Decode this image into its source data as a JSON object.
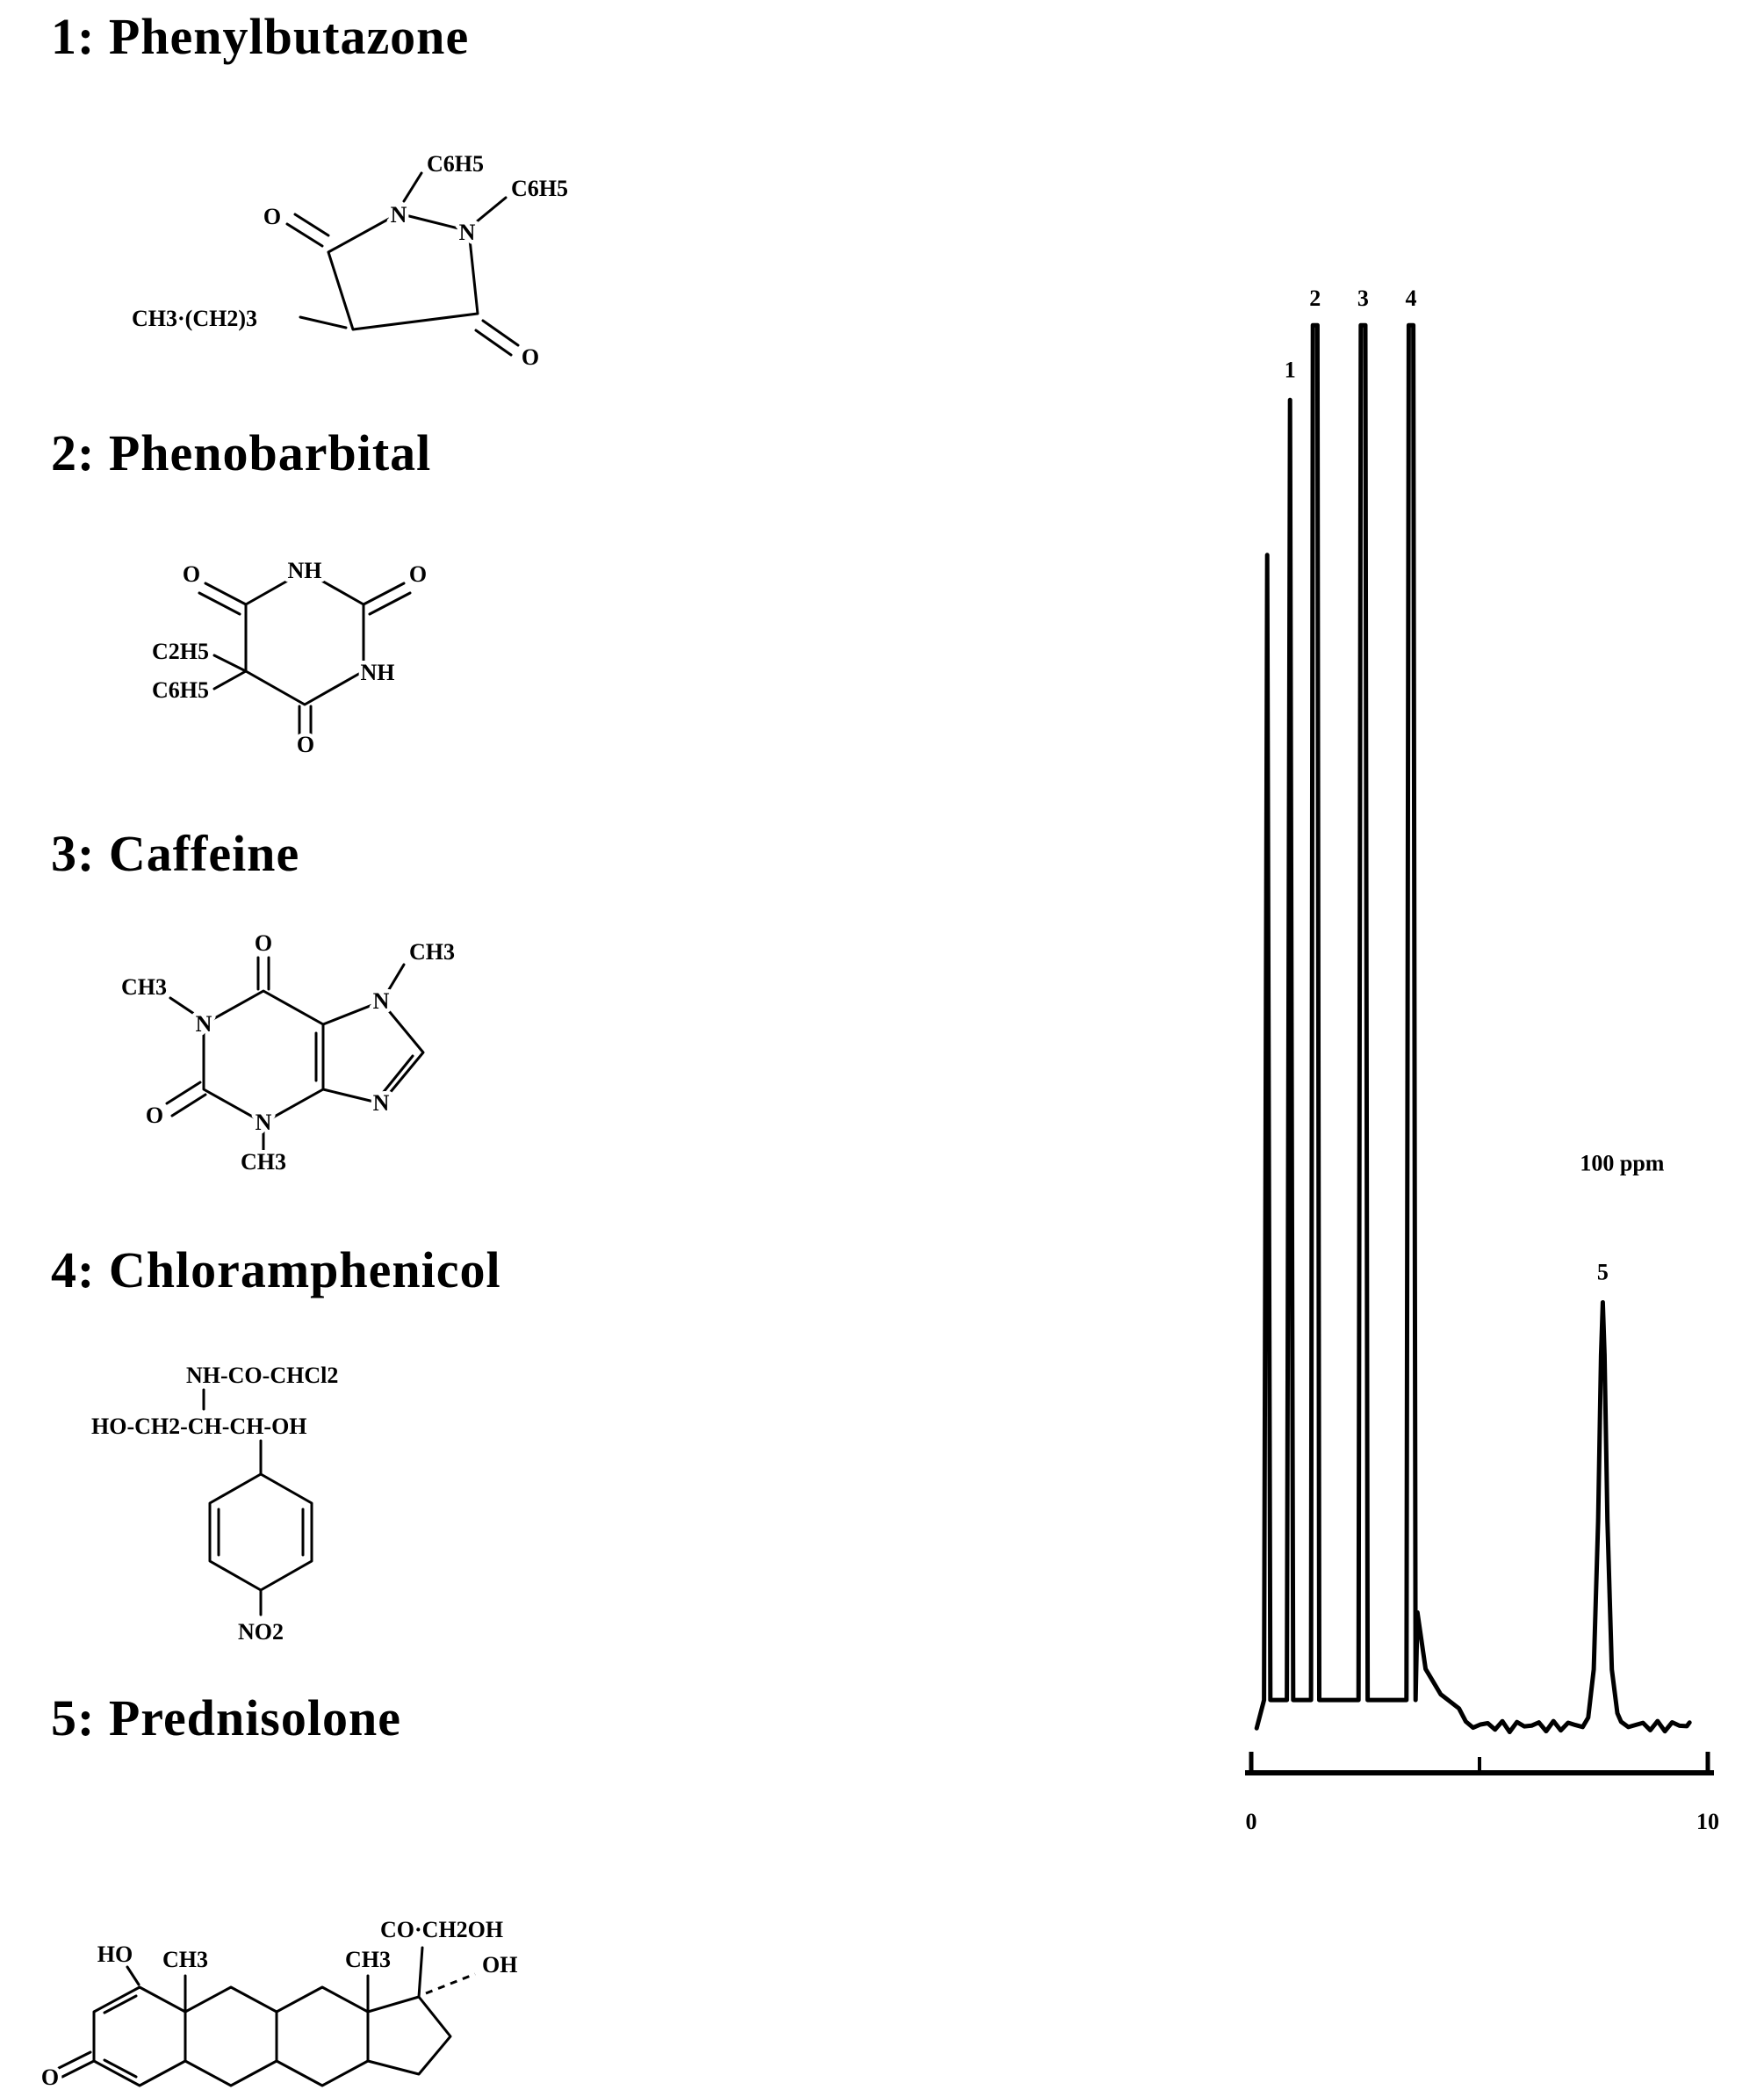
{
  "page": {
    "background": "#ffffff",
    "ink": "#000000"
  },
  "compounds": [
    {
      "label": "1: Phenylbutazone",
      "name": "Phenylbutazone"
    },
    {
      "label": "2: Phenobarbital",
      "name": "Phenobarbital"
    },
    {
      "label": "3: Caffeine",
      "name": "Caffeine"
    },
    {
      "label": "4: Chloramphenicol",
      "name": "Chloramphenicol"
    },
    {
      "label": "5: Prednisolone",
      "name": "Prednisolone"
    }
  ],
  "structures": {
    "phenylbutazone": {
      "chain": "CH3·(CH2)3",
      "n": "N",
      "o": "O",
      "sub1": "C6H5",
      "sub2": "C6H5"
    },
    "phenobarbital": {
      "nh": "NH",
      "o": "O",
      "sub1": "C2H5",
      "sub2": "C6H5"
    },
    "caffeine": {
      "n": "N",
      "o": "O",
      "ch3": "CH3"
    },
    "chloramphenicol": {
      "line1": "NH-CO-CHCl2",
      "line2": "HO-CH2-CH-CH-OH",
      "no2": "NO2"
    },
    "prednisolone": {
      "ho": "HO",
      "ch3": "CH3",
      "o": "O",
      "side_chain": "CO·CH2OH",
      "oh": "OH"
    }
  },
  "chart_data": {
    "type": "line",
    "title": "",
    "xlabel": "",
    "ylabel": "",
    "x_range": [
      0,
      10
    ],
    "x_ticks": [
      0,
      10
    ],
    "x_tick_labels": [
      "0",
      "10"
    ],
    "mid_tick": 5,
    "grid": false,
    "annotation": {
      "text": "100 ppm",
      "target_peak": "5"
    },
    "peaks": [
      {
        "label": "",
        "x": 0.35,
        "rel_height": 0.84,
        "clipped": false,
        "width": 0.07
      },
      {
        "label": "1",
        "x": 0.85,
        "rel_height": 0.95,
        "clipped": false,
        "width": 0.07
      },
      {
        "label": "2",
        "x": 1.4,
        "rel_height": 1.0,
        "clipped": true,
        "width": 0.09
      },
      {
        "label": "3",
        "x": 2.45,
        "rel_height": 1.0,
        "clipped": true,
        "width": 0.1
      },
      {
        "label": "4",
        "x": 3.5,
        "rel_height": 1.0,
        "clipped": true,
        "width": 0.1
      },
      {
        "label": "5",
        "x": 7.7,
        "rel_height": 0.31,
        "clipped": false,
        "width": 0.32,
        "amount": "100 ppm"
      }
    ]
  }
}
